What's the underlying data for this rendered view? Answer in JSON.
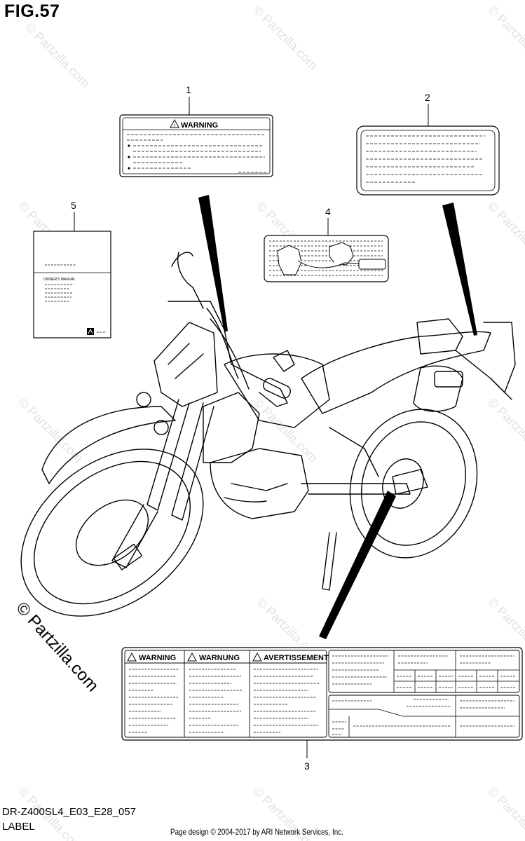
{
  "figure": {
    "title": "FIG.57",
    "model_code": "DR-Z400SL4_E03_E28_057",
    "section": "LABEL",
    "credit": "Page design © 2004-2017 by ARI Network Services, Inc."
  },
  "watermark": {
    "text": "© Partzilla.com",
    "color": "#e2e2e2"
  },
  "callouts": [
    "1",
    "2",
    "3",
    "4",
    "5"
  ],
  "labels": {
    "label_1_heading": "WARNING",
    "manual_title": "OWNER'S MANUAL",
    "label_3_headings": [
      "WARNING",
      "WARNUNG",
      "AVERTISSEMENT"
    ]
  }
}
